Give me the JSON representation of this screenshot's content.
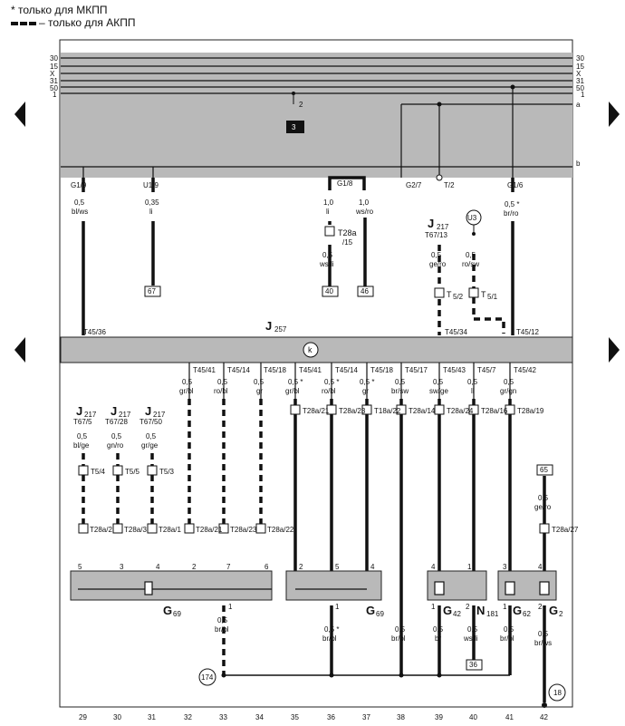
{
  "legend": {
    "mkpp": "* только для МКПП",
    "akpp": "– только для АКПП"
  },
  "bus_labels": [
    "30",
    "15",
    "X",
    "31",
    "50",
    "1"
  ],
  "bus_right_extra": [
    "a",
    "b"
  ],
  "fuse_block": "3",
  "relay_label": "2",
  "connectors_top": {
    "g19": "G1/9",
    "u19": "U1/9",
    "g18": "G1/8",
    "g27": "G2/7",
    "t2": "T/2",
    "g16": "G1/6"
  },
  "wires_top": {
    "w1": {
      "size": "0,5",
      "color": "bl/ws"
    },
    "w2": {
      "size": "0,35",
      "color": "li"
    },
    "w3": {
      "size": "1,0",
      "color": "li"
    },
    "w4": {
      "size": "1,0",
      "color": "ws/ro"
    },
    "w5": {
      "size": "0,5 *",
      "color": "br/ro"
    },
    "w6": {
      "size": "0,5",
      "color": "ws/li"
    },
    "w7": {
      "size": "0,5",
      "color": "ge/ro"
    },
    "w8": {
      "size": "0,5",
      "color": "ro/sw"
    }
  },
  "t28a15": {
    "main": "T28a",
    "sub": "/15"
  },
  "refs": {
    "r67": "67",
    "r40": "40",
    "r46": "46",
    "r65": "65",
    "r36": "36"
  },
  "j217_top": {
    "name": "J",
    "sub": "217",
    "pin": "T67/13"
  },
  "u3": "U3",
  "t52": {
    "main": "T",
    "sub": "5/2"
  },
  "t51": {
    "main": "T",
    "sub": "5/1"
  },
  "module": {
    "name": "J",
    "sub": "257",
    "k": "k"
  },
  "pins_top": {
    "p1": "T45/36",
    "p2": "T45/34",
    "p3": "T45/12"
  },
  "pins_bottom": [
    "T45/41",
    "T45/14",
    "T45/18",
    "T45/41",
    "T45/14",
    "T45/18",
    "T45/17",
    "T45/43",
    "T45/7",
    "T45/42"
  ],
  "wires_bottom": [
    {
      "size": "0,5",
      "color": "gr/bl"
    },
    {
      "size": "0,5",
      "color": "ro/bl"
    },
    {
      "size": "0,5",
      "color": "gr"
    },
    {
      "size": "0,5 *",
      "color": "gr/bl"
    },
    {
      "size": "0,5 *",
      "color": "ro/bl"
    },
    {
      "size": "0,5 *",
      "color": "gr"
    },
    {
      "size": "0,5",
      "color": "br/sw"
    },
    {
      "size": "0,5",
      "color": "sw/ge"
    },
    {
      "size": "0,5",
      "color": "li"
    },
    {
      "size": "0,5",
      "color": "gr/gn"
    }
  ],
  "conn_mid": [
    "T28a/21",
    "T28a/23",
    "T18a/22",
    "T28a/14",
    "T28a/24",
    "T28a/16",
    "T28a/19"
  ],
  "j217_left": [
    {
      "pin": "T67/5",
      "size": "0,5",
      "color": "bl/ge",
      "conn": "T5/4"
    },
    {
      "pin": "T67/28",
      "size": "0,5",
      "color": "gn/ro",
      "conn": "T5/5"
    },
    {
      "pin": "T67/50",
      "size": "0,5",
      "color": "gr/ge",
      "conn": "T5/3"
    }
  ],
  "conn_low": [
    "T28a/2",
    "T28a/3",
    "T28a/1",
    "T28a/21",
    "T28a/23",
    "T28a/22"
  ],
  "g2_wire": {
    "size": "0,5",
    "color": "ge/ro",
    "conn": "T28a/27"
  },
  "components": {
    "g69a": "G",
    "g69b": "G",
    "g42": "G",
    "n181": "N",
    "g62": "G",
    "g2": "G",
    "sub69": "69",
    "sub42": "42",
    "sub181": "181",
    "sub62": "62",
    "sub2": "2"
  },
  "pin_numbers": {
    "p5": "5",
    "p3": "3",
    "p4": "4",
    "p2": "2",
    "p7": "7",
    "p6": "6",
    "p1": "1"
  },
  "wires_lower": [
    {
      "size": "0,5",
      "color": "br/bl"
    },
    {
      "size": "0,5 *",
      "color": "br/bl"
    },
    {
      "size": "0,5",
      "color": "br/bl"
    },
    {
      "size": "0,5",
      "color": "br"
    },
    {
      "size": "0,5",
      "color": "ws/li"
    },
    {
      "size": "0,5",
      "color": "br/bl"
    },
    {
      "size": "0,5",
      "color": "br/ws"
    }
  ],
  "ground_refs": {
    "g174": "174",
    "g18": "18"
  },
  "columns": [
    "29",
    "30",
    "31",
    "32",
    "33",
    "34",
    "35",
    "36",
    "37",
    "38",
    "39",
    "40",
    "41",
    "42"
  ]
}
